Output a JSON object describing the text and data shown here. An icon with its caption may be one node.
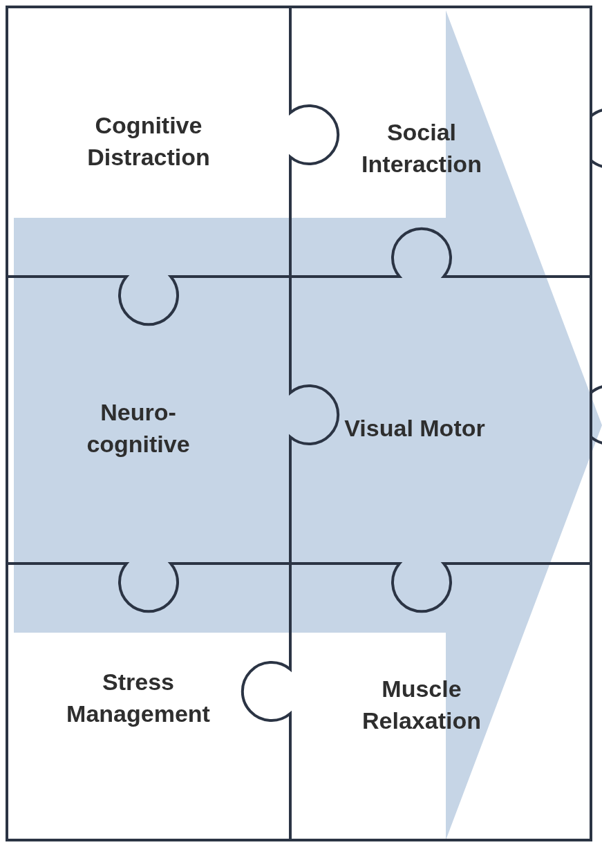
{
  "diagram": {
    "nodes": [
      {
        "text": [
          "Cognitive Distraction"
        ]
      },
      {
        "text": [
          "Social Interaction"
        ]
      },
      {
        "text": [
          "Neuro-cognitive"
        ]
      },
      {
        "text": [
          "Visual Motor"
        ]
      },
      {
        "text": [
          "Stress Management"
        ]
      },
      {
        "text": [
          "Muscle Relaxation"
        ]
      }
    ]
  }
}
